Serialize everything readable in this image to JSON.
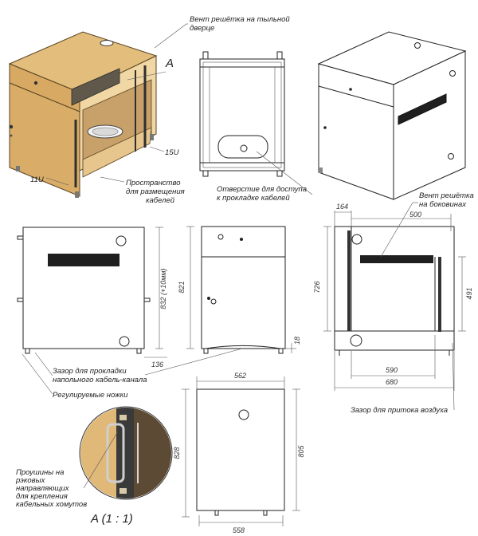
{
  "callouts": {
    "vent_rear_door_1": "Вент решётка на тыльной",
    "vent_rear_door_2": "дверце",
    "detail_marker": "A",
    "rack_15u": "15U",
    "rack_11u": "11U",
    "cable_space_1": "Пространство",
    "cable_space_2": "для размещения",
    "cable_space_3": "кабелей",
    "access_hole_1": "Отверстие для доступа",
    "access_hole_2": "к прокладке кабелей",
    "vent_side_1": "Вент решётка",
    "vent_side_2": "на боковинах",
    "gap_cable_1": "Зазор для прокладки",
    "gap_cable_2": "напольного кабель-канала",
    "adjustable_feet": "Регулируемые ножки",
    "air_gap": "Зазор для притока воздуха",
    "lugs_1": "Проушины на",
    "lugs_2": "рэковых",
    "lugs_3": "направляющих",
    "lugs_4": "для крепления",
    "lugs_5": "кабельных хомутов",
    "detail_title": "A (1 : 1)"
  },
  "dimensions": {
    "d164": "164",
    "d500": "500",
    "d726": "726",
    "d491": "491",
    "d590": "590",
    "d680": "680",
    "d832": "832 (+10мм)",
    "d821": "821",
    "d136": "136",
    "d18": "18",
    "d562": "562",
    "d828": "828",
    "d805": "805",
    "d558": "558"
  }
}
